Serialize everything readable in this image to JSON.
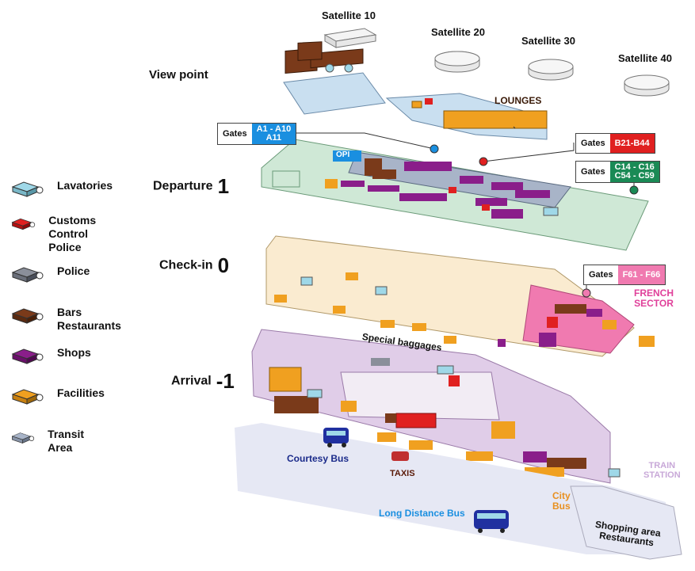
{
  "colors": {
    "lavatories": "#9fd8e8",
    "customs": "#e02020",
    "police": "#8a8f9a",
    "bars": "#7a3a1a",
    "shops": "#8a1e8a",
    "facilities": "#f0a020",
    "transit": "#a8b4c8",
    "departure_floor": "#cfe8d6",
    "checkin_floor": "#faebd0",
    "arrival_floor": "#e0cde8",
    "french": "#f07ab0",
    "ground": "#e6e8f4"
  },
  "satellites": [
    {
      "label": "Satellite 10"
    },
    {
      "label": "Satellite 20"
    },
    {
      "label": "Satellite 30"
    },
    {
      "label": "Satellite 40"
    }
  ],
  "viewpoint": "View point",
  "lounges": "LOUNGES",
  "legend": [
    {
      "key": "lavatories",
      "label": "Lavatories",
      "icon": "lavatory-icon"
    },
    {
      "key": "customs",
      "label": "Customs\nControl Police",
      "icon": "customs-icon"
    },
    {
      "key": "police",
      "label": "Police",
      "icon": "police-icon"
    },
    {
      "key": "bars",
      "label": "Bars\nRestaurants",
      "icon": "restaurant-icon"
    },
    {
      "key": "shops",
      "label": "Shops",
      "icon": "shop-icon"
    },
    {
      "key": "facilities",
      "label": "Facilities",
      "icon": "facilities-icon"
    },
    {
      "key": "transit",
      "label": "Transit Area",
      "icon": "transit-icon"
    }
  ],
  "levels": [
    {
      "name": "Departure",
      "number": "1"
    },
    {
      "name": "Check-in",
      "number": "0"
    },
    {
      "name": "Arrival",
      "number": "-1"
    }
  ],
  "gates": [
    {
      "key": "Gates",
      "value": "A1 - A10\nA11",
      "color": "#1a8fe0"
    },
    {
      "key": "Gates",
      "value": "B21-B44",
      "color": "#e02020"
    },
    {
      "key": "Gates",
      "value": "C14 - C16\nC54 - C59",
      "color": "#1a8a55"
    },
    {
      "key": "Gates",
      "value": "F61 - F66",
      "color": "#f07ab0"
    }
  ],
  "french_sector": "FRENCH\nSECTOR",
  "special_baggages": "Special baggages",
  "courtesy_bus": "Courtesy Bus",
  "taxis": "TAXIS",
  "long_distance_bus": "Long Distance Bus",
  "city_bus": "City\nBus",
  "train_station": "TRAIN\nSTATION",
  "shopping": "Shopping area\nRestaurants",
  "departure_sign": "OPI"
}
